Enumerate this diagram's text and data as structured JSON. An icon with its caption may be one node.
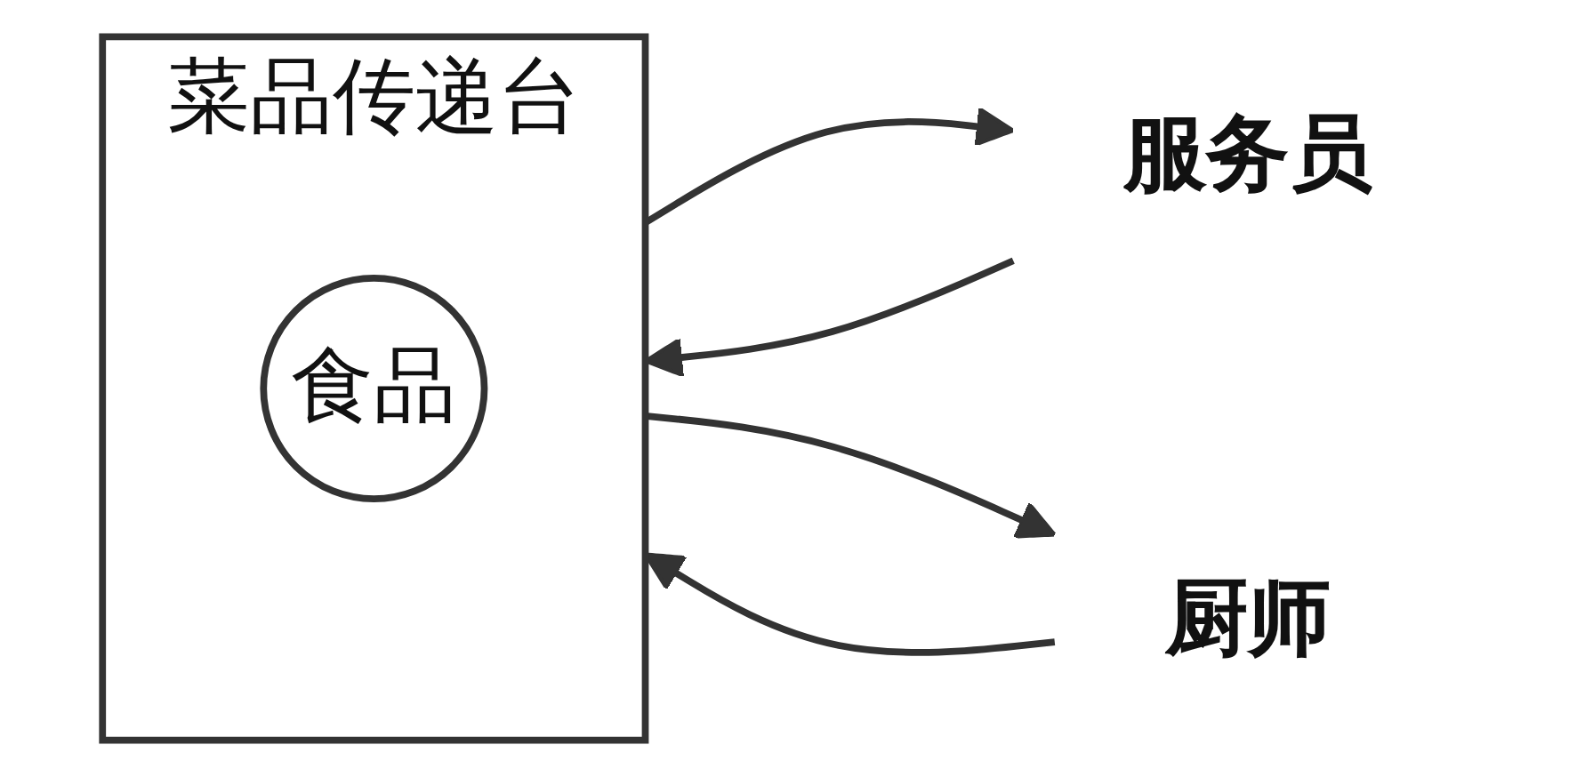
{
  "diagram": {
    "nodes": [
      {
        "text": [
          "服务员"
        ]
      },
      {
        "text": [
          "菜品传递台"
        ]
      },
      {
        "text": [
          "食品"
        ],
        "in": 1
      },
      {
        "text": [
          "厨师"
        ]
      }
    ],
    "edges": [
      {
        "from": 0,
        "to": 1,
        "arrow": "to"
      },
      {
        "from": 1,
        "to": 0,
        "arrow": "to"
      },
      {
        "from": 1,
        "to": 3,
        "arrow": "to"
      },
      {
        "from": 3,
        "to": 1,
        "arrow": "to"
      }
    ]
  }
}
